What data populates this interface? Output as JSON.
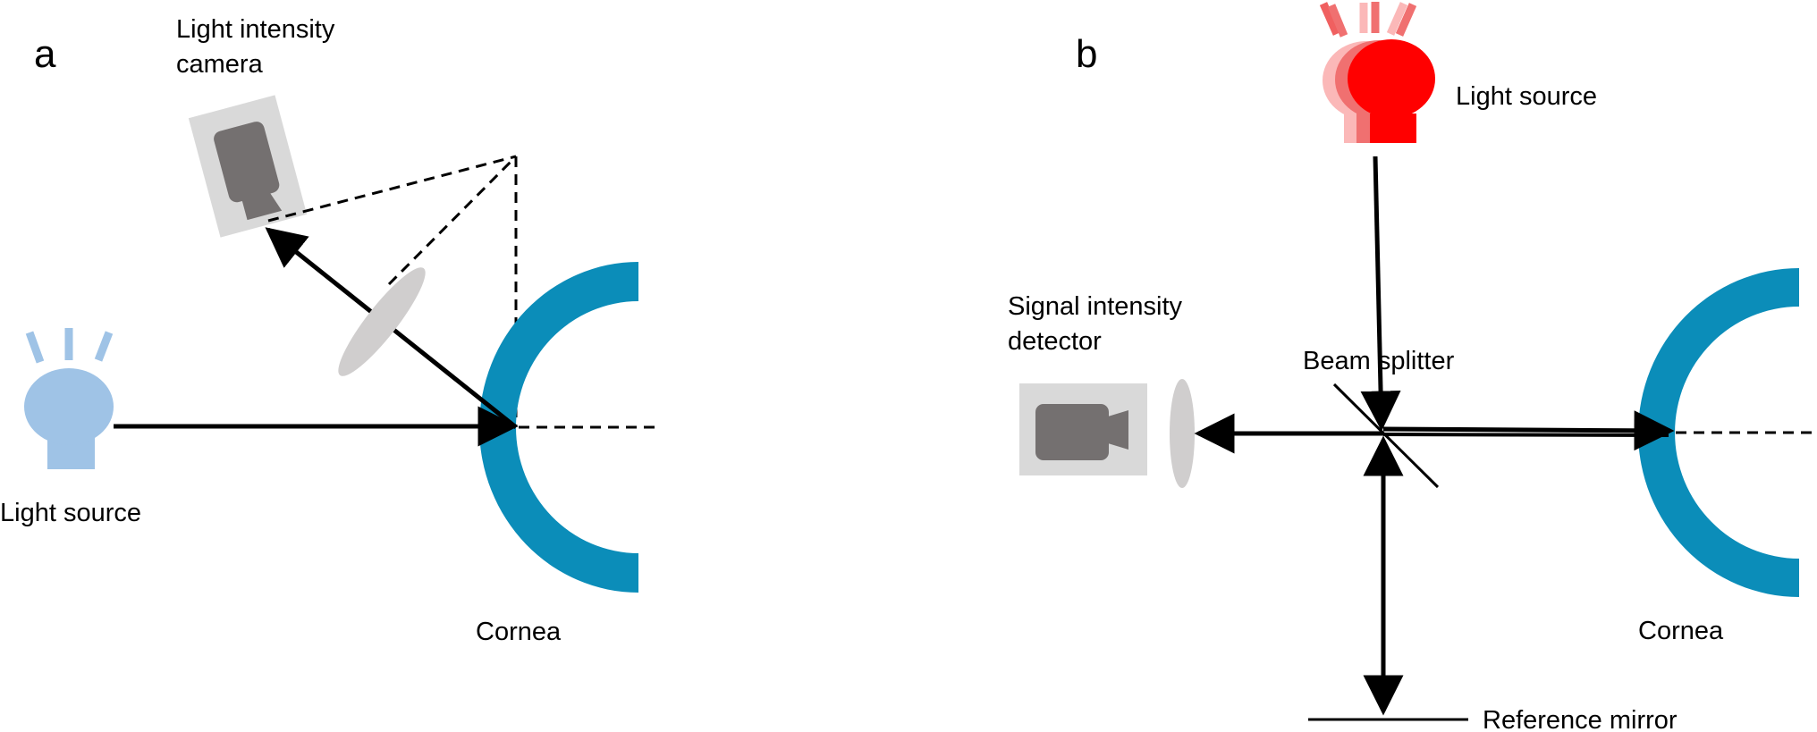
{
  "figure": {
    "panel_a": {
      "label": "a",
      "camera_label_line1": "Light intensity",
      "camera_label_line2": "camera",
      "light_source_label": "Light source",
      "cornea_label": "Cornea",
      "light_source_color": "#9fc3e6"
    },
    "panel_b": {
      "label": "b",
      "light_source_label": "Light source",
      "detector_label_line1": "Signal intensity",
      "detector_label_line2": "detector",
      "beam_splitter_label": "Beam splitter",
      "cornea_label": "Cornea",
      "reference_mirror_label": "Reference mirror",
      "light_source_colors": [
        "#fbb8b8",
        "#f07070",
        "#ff0000"
      ]
    },
    "colors": {
      "cornea": "#0b8db9",
      "device_box": "#d9d9d9",
      "camera_body": "#747070",
      "lens": "#d0cece",
      "beam": "#000000"
    }
  }
}
